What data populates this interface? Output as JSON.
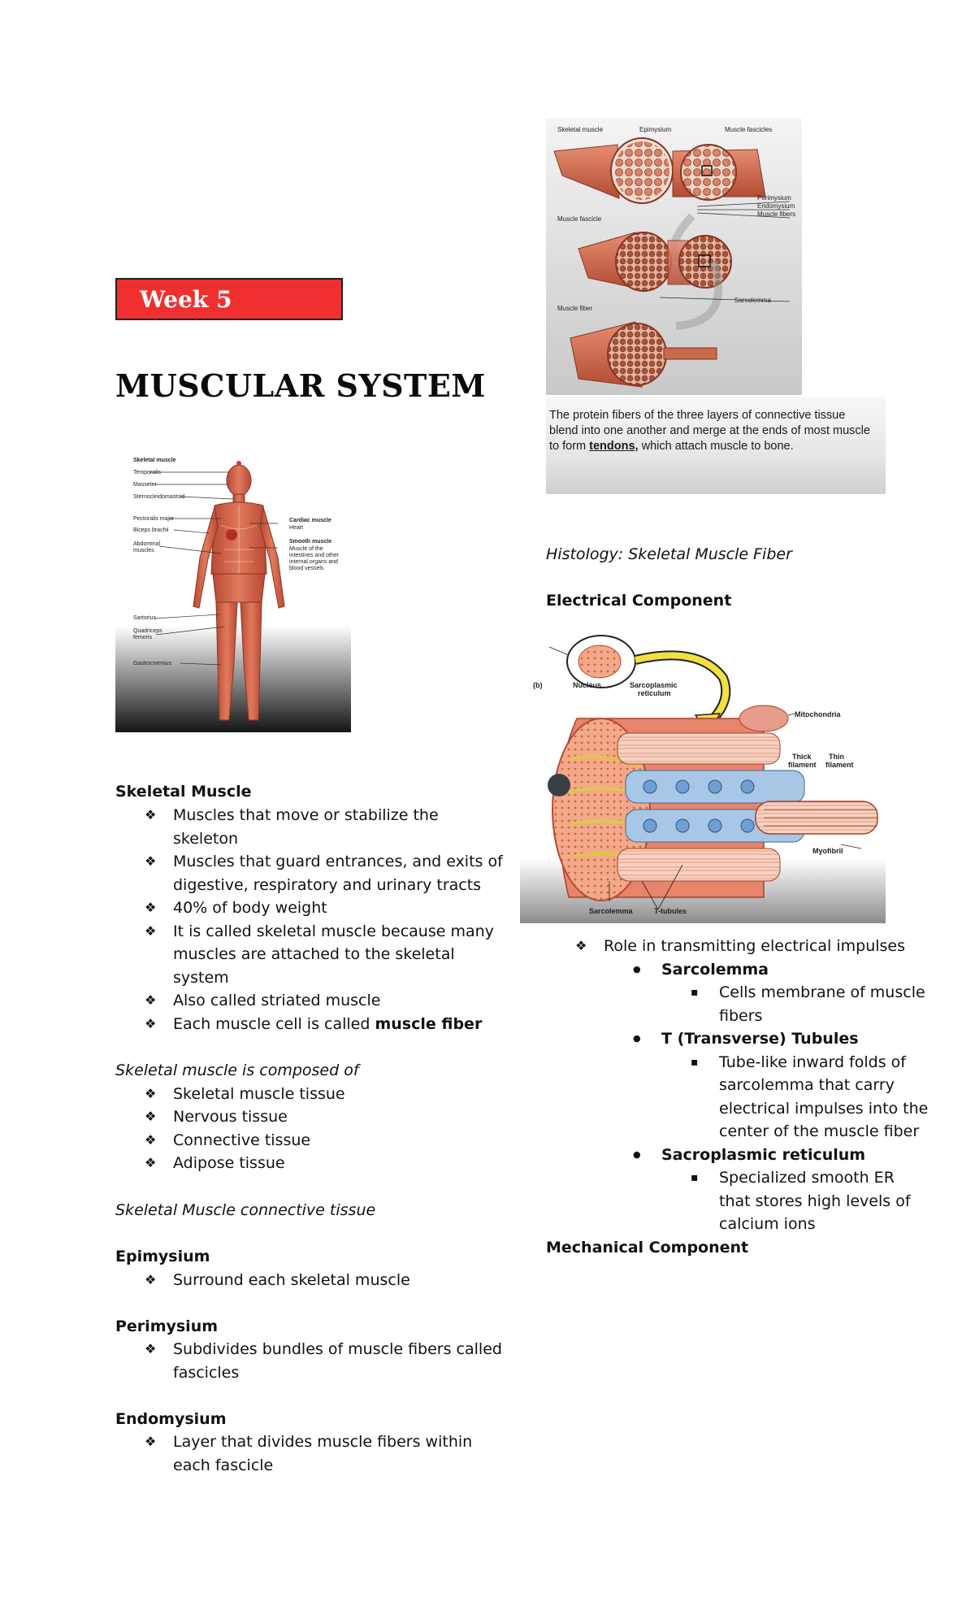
{
  "week_label": "Week 5",
  "title": "MUSCULAR SYSTEM",
  "body_figure": {
    "labels_left": [
      "Skeletal muscle",
      "Temporalis",
      "Masseter",
      "Sternocleidomastoid",
      "Pectoralis major",
      "Biceps brachii",
      "Abdominal",
      "muscles",
      "Sartorius",
      "Quadriceps",
      "femoris",
      "Gastrocnemius"
    ],
    "labels_right": [
      "Cardiac muscle",
      "Heart",
      "Smooth muscle",
      "Muscle of the",
      "intestines and other",
      "internal organs and",
      "blood vessels"
    ]
  },
  "fascicle_figure": {
    "labels": [
      "Skeletal muscle",
      "Epimysium",
      "Muscle fascicles",
      "Muscle fascicle",
      "Perimysium",
      "Endomysium",
      "Muscle fibers",
      "Muscle fiber",
      "Sarcolemma"
    ]
  },
  "caption": {
    "part1": "The protein fibers of the three layers of connective tissue blend into one another and merge at the ends of most muscle to form ",
    "underlined": "tendons,",
    "part2": " which attach muscle to bone."
  },
  "histology_heading": "Histology: Skeletal Muscle Fiber",
  "electrical_heading": "Electrical Component",
  "fiber_figure": {
    "labels": [
      "(b)",
      "Nucleus",
      "Sarcoplasmic",
      "reticulum",
      "Mitochondria",
      "Thick",
      "filament",
      "Thin",
      "filament",
      "Myofibril",
      "Sarcolemma",
      "T-tubules"
    ]
  },
  "skeletal_muscle": {
    "heading": "Skeletal Muscle",
    "items": [
      [
        "Muscles that move or stabilize the",
        "skeleton"
      ],
      [
        "Muscles that guard entrances, and exits of",
        "digestive, respiratory and urinary tracts"
      ],
      [
        "40% of body weight"
      ],
      [
        "It is called skeletal muscle because many",
        "muscles are attached to the skeletal",
        "system"
      ],
      [
        "Also called striated muscle"
      ]
    ],
    "last_item_prefix": "Each muscle cell is called ",
    "last_item_bold": "muscle fiber"
  },
  "composed_of": {
    "heading": "Skeletal muscle is composed of",
    "items": [
      "Skeletal muscle tissue",
      "Nervous tissue",
      "Connective tissue",
      "Adipose tissue"
    ]
  },
  "connective_heading": "Skeletal Muscle connective tissue",
  "epimysium": {
    "heading": "Epimysium",
    "items": [
      "Surround each skeletal muscle"
    ]
  },
  "perimysium": {
    "heading": "Perimysium",
    "items": [
      "Subdivides bundles of muscle fibers called",
      "fascicles"
    ]
  },
  "endomysium": {
    "heading": "Endomysium",
    "items": [
      "Layer that divides muscle fibers within",
      "each fascicle"
    ]
  },
  "electrical": {
    "role": "Role in transmitting electrical impulses",
    "sarcolemma": {
      "heading": "Sarcolemma",
      "desc": [
        "Cells membrane of muscle",
        "fibers"
      ]
    },
    "ttubules": {
      "heading": "T (Transverse) Tubules",
      "desc": [
        "Tube-like inward folds of",
        "sarcolemma that carry",
        "electrical impulses into the",
        "center of the muscle fiber"
      ]
    },
    "sr": {
      "heading": "Sacroplasmic reticulum",
      "desc": [
        "Specialized smooth ER",
        "that stores high levels of",
        "calcium ions"
      ]
    }
  },
  "mechanical_heading": "Mechanical Component",
  "glyphs": {
    "diamond": "❖",
    "dot": "●",
    "square": "▪"
  },
  "colors": {
    "week_box": "#f03030",
    "muscle": "#d9694f",
    "caption_bg": "#e6e6e6"
  }
}
